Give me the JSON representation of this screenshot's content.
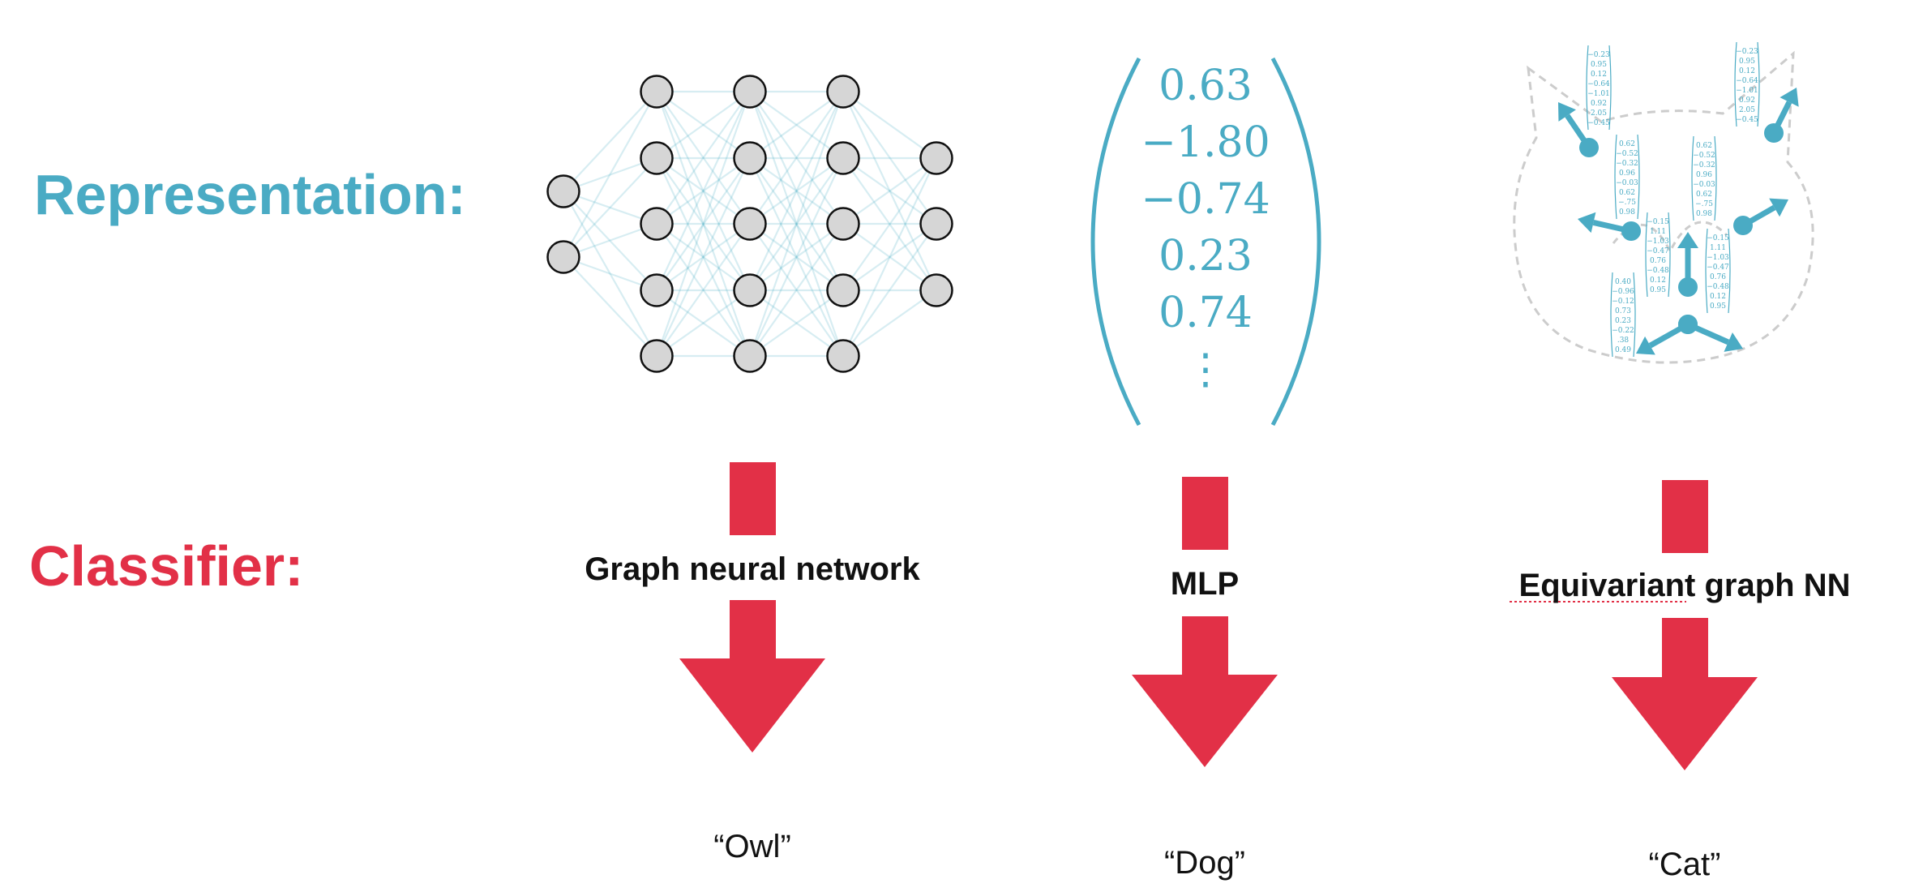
{
  "rows": {
    "representation": "Representation:",
    "classifier": "Classifier:"
  },
  "columns": [
    {
      "classifier": "Graph neural network",
      "output": "“Owl”"
    },
    {
      "classifier": "MLP",
      "output": "“Dog”"
    },
    {
      "classifier": "Equivariant graph NN",
      "output": "“Cat”"
    }
  ],
  "vector": {
    "values": [
      "0.63",
      "−1.80",
      "−0.74",
      "0.23",
      "0.74",
      "⋮"
    ]
  },
  "mini_vectors": {
    "a": [
      "−0.23",
      "0.95",
      "0.12",
      "−0.64",
      "−1.01",
      "0.92",
      "2.05",
      "−0.45"
    ],
    "b": [
      "0.62",
      "−0.52",
      "−0.32",
      "0.96",
      "−0.03",
      "0.62",
      "−.75",
      "0.98"
    ],
    "c": [
      "−0.15",
      "1.11",
      "−1.03",
      "−0.47",
      "0.76",
      "−0.48",
      "0.12",
      "0.95"
    ],
    "d": [
      "0.40",
      "−0.96",
      "−0.12",
      "0.73",
      "0.23",
      "−0.22",
      ".38",
      "0.49"
    ]
  },
  "colors": {
    "representation": "#4aabc4",
    "classifier": "#e23047"
  }
}
